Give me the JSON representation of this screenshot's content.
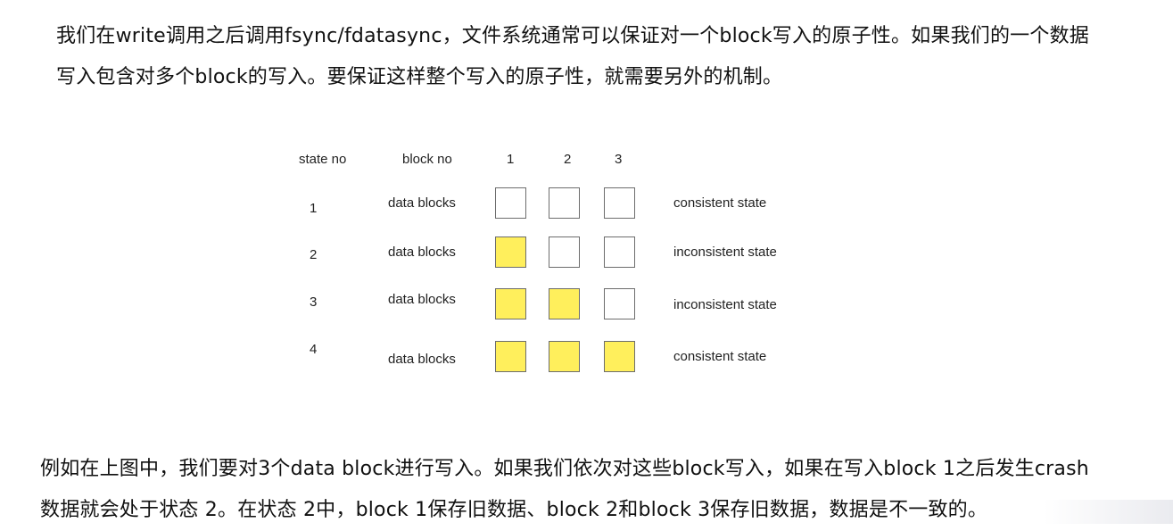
{
  "intro": {
    "line1": "我们在write调用之后调用fsync/fdatasync，文件系统通常可以保证对一个block写入的原子性。如果我们的一个数据",
    "line2": "写入包含对多个block的写入。要保证这样整个写入的原子性，就需要另外的机制。"
  },
  "diagram": {
    "headers": {
      "state_no": "state no",
      "block_no": "block no",
      "block_numbers": [
        "1",
        "2",
        "3"
      ]
    },
    "colors": {
      "written": "#ffef5c",
      "unwritten": "#ffffff",
      "border": "#6d6d6d"
    },
    "rows": [
      {
        "state": "1",
        "label": "data blocks",
        "blocks": [
          false,
          false,
          false
        ],
        "status": "consistent state"
      },
      {
        "state": "2",
        "label": "data blocks",
        "blocks": [
          true,
          false,
          false
        ],
        "status": "inconsistent state"
      },
      {
        "state": "3",
        "label": "data blocks",
        "blocks": [
          true,
          true,
          false
        ],
        "status": "inconsistent state"
      },
      {
        "state": "4",
        "label": "data blocks",
        "blocks": [
          true,
          true,
          true
        ],
        "status": "consistent state"
      }
    ]
  },
  "explanation": {
    "line1": "例如在上图中，我们要对3个data block进行写入。如果我们依次对这些block写入，如果在写入block 1之后发生crash",
    "line2": "数据就会处于状态 2。在状态 2中，block 1保存旧数据、block 2和block 3保存旧数据，数据是不一致的。"
  }
}
